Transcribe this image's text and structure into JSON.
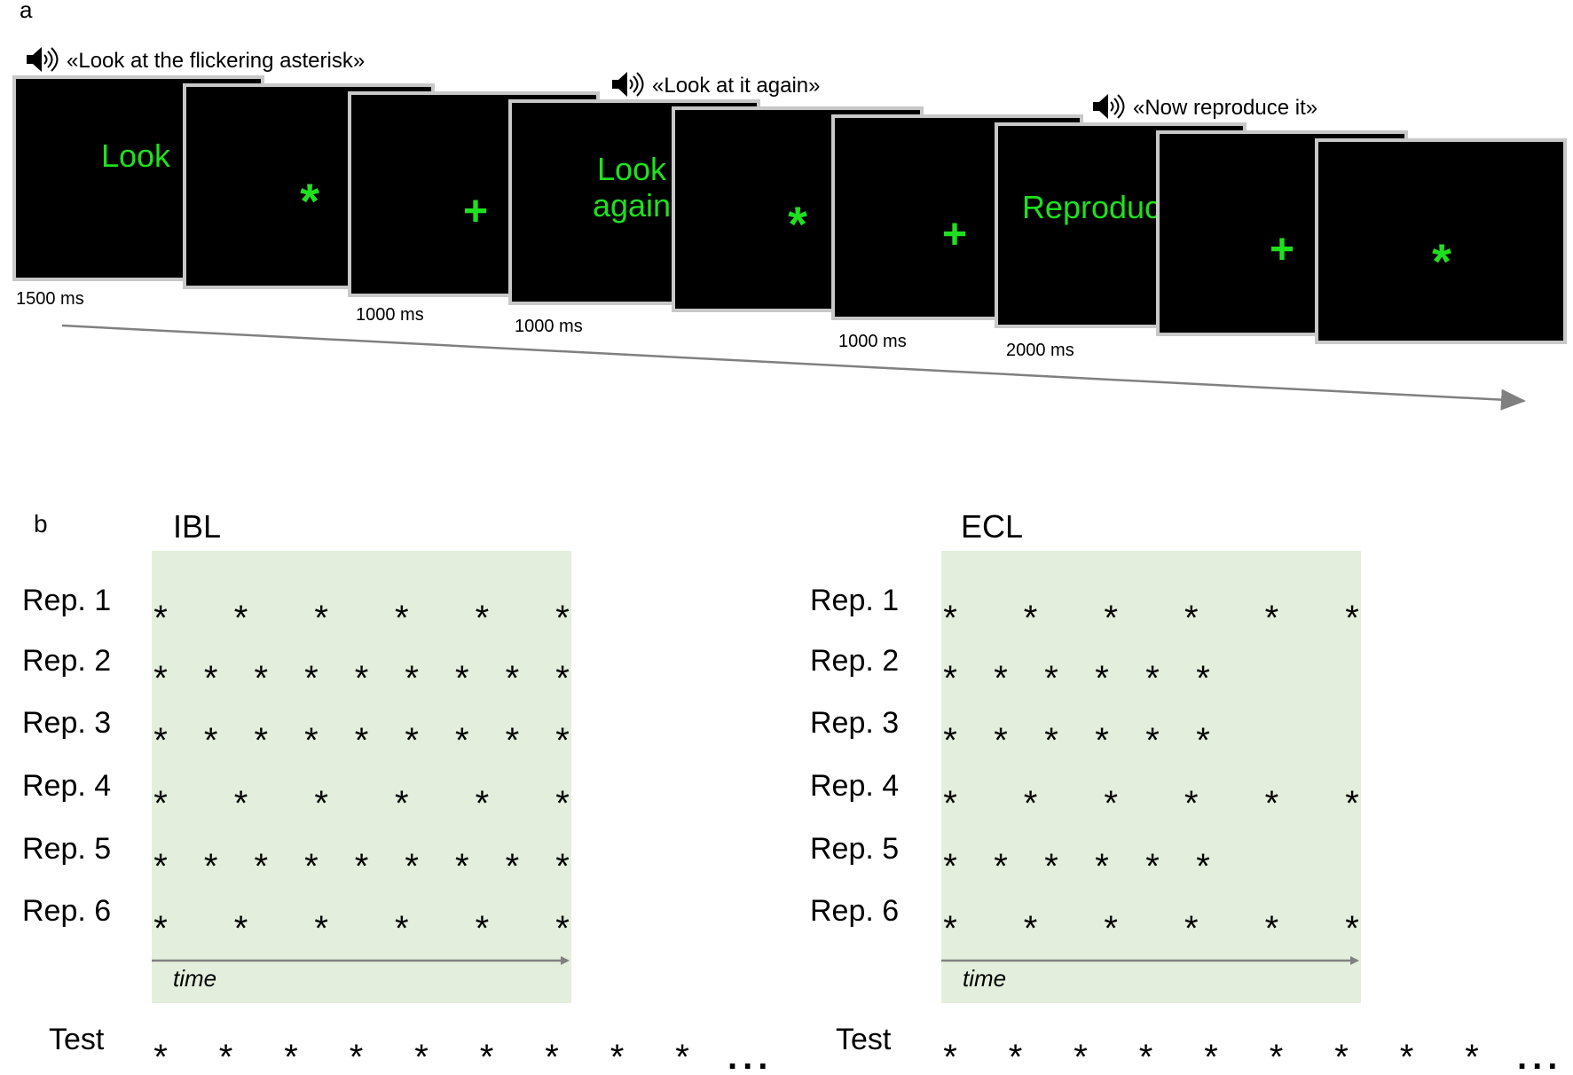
{
  "panel_a": {
    "label": "a",
    "audio_cues": [
      "«Look at the flickering asterisk»",
      "«Look at it again»",
      "«Now reproduce it»"
    ],
    "screens": [
      {
        "content": "Look",
        "kind": "text"
      },
      {
        "content": "*",
        "kind": "symbol"
      },
      {
        "content": "+",
        "kind": "symbol"
      },
      {
        "content": "Look\nagain",
        "kind": "text"
      },
      {
        "content": "*",
        "kind": "symbol"
      },
      {
        "content": "+",
        "kind": "symbol"
      },
      {
        "content": "Reproduce",
        "kind": "text"
      },
      {
        "content": "+",
        "kind": "symbol"
      },
      {
        "content": "*",
        "kind": "symbol"
      }
    ],
    "durations": [
      "1500 ms",
      "1000 ms",
      "1000 ms",
      "1000 ms",
      "2000 ms"
    ],
    "colors": {
      "screen": "#000000",
      "screen_border": "#c8c8c8",
      "stimulus": "#1fe01f",
      "arrow": "#808080"
    }
  },
  "panel_b": {
    "label": "b",
    "colors": {
      "box": "#e3efdc",
      "arrow": "#808080"
    },
    "time_label": "time",
    "ellipsis": "...",
    "conditions": [
      {
        "title": "IBL",
        "reps": [
          {
            "label": "Rep. 1",
            "count": 6
          },
          {
            "label": "Rep. 2",
            "count": 9
          },
          {
            "label": "Rep. 3",
            "count": 9
          },
          {
            "label": "Rep. 4",
            "count": 6
          },
          {
            "label": "Rep. 5",
            "count": 9
          },
          {
            "label": "Rep. 6",
            "count": 6
          }
        ],
        "test": {
          "label": "Test",
          "count": 9
        }
      },
      {
        "title": "ECL",
        "reps": [
          {
            "label": "Rep. 1",
            "count": 6
          },
          {
            "label": "Rep. 2",
            "count": 6
          },
          {
            "label": "Rep. 3",
            "count": 6
          },
          {
            "label": "Rep. 4",
            "count": 6
          },
          {
            "label": "Rep. 5",
            "count": 6
          },
          {
            "label": "Rep. 6",
            "count": 6
          }
        ],
        "test": {
          "label": "Test",
          "count": 9
        }
      }
    ]
  }
}
